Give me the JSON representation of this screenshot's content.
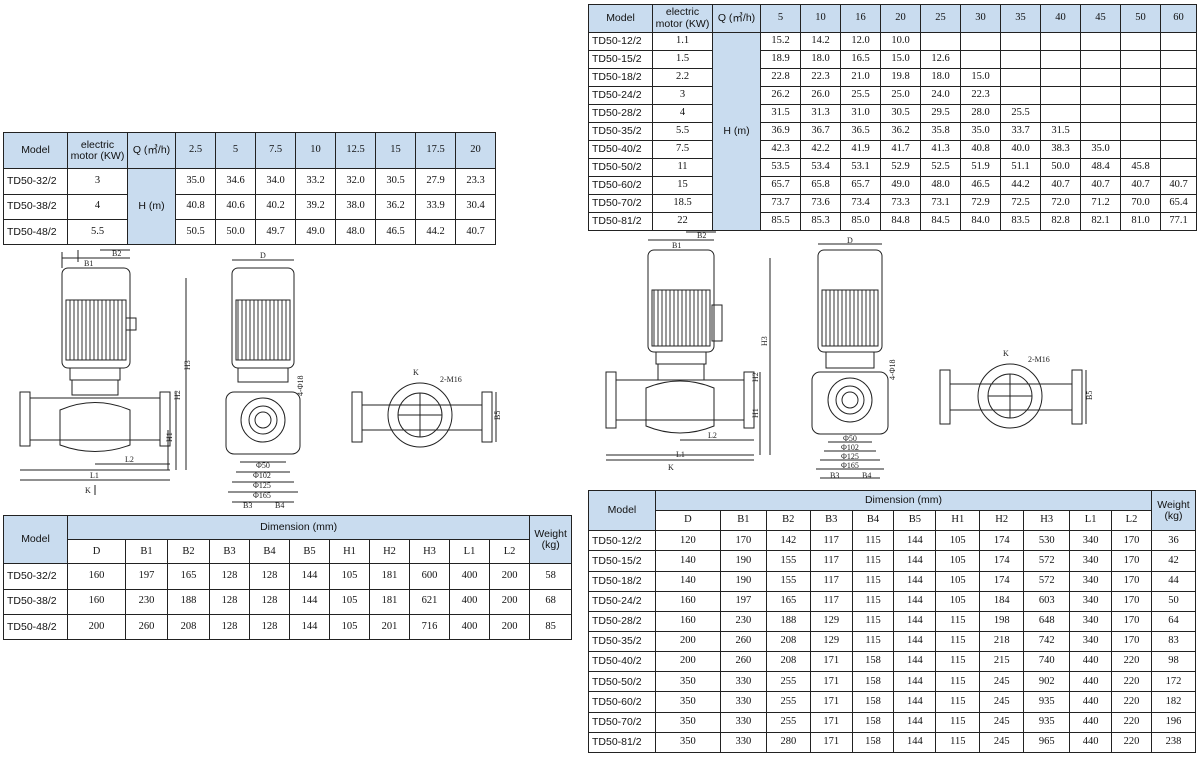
{
  "t1": {
    "model_label": "Model",
    "motor_label": "electric motor (KW)",
    "q_label": "Q (㎥/h)",
    "h_label": "H (m)",
    "flows": [
      "2.5",
      "5",
      "7.5",
      "10",
      "12.5",
      "15",
      "17.5",
      "20"
    ],
    "rows": [
      {
        "model": "TD50-32/2",
        "kw": "3",
        "h": [
          "35.0",
          "34.6",
          "34.0",
          "33.2",
          "32.0",
          "30.5",
          "27.9",
          "23.3"
        ]
      },
      {
        "model": "TD50-38/2",
        "kw": "4",
        "h": [
          "40.8",
          "40.6",
          "40.2",
          "39.2",
          "38.0",
          "36.2",
          "33.9",
          "30.4"
        ]
      },
      {
        "model": "TD50-48/2",
        "kw": "5.5",
        "h": [
          "50.5",
          "50.0",
          "49.7",
          "49.0",
          "48.0",
          "46.5",
          "44.2",
          "40.7"
        ]
      }
    ]
  },
  "t2": {
    "model_label": "Model",
    "motor_label": "electric motor (KW)",
    "q_label": "Q (㎥/h)",
    "h_label": "H (m)",
    "flows": [
      "5",
      "10",
      "16",
      "20",
      "25",
      "30",
      "35",
      "40",
      "45",
      "50",
      "60"
    ],
    "rows": [
      {
        "model": "TD50-12/2",
        "kw": "1.1",
        "h": [
          "15.2",
          "14.2",
          "12.0",
          "10.0",
          "",
          "",
          "",
          "",
          "",
          "",
          ""
        ]
      },
      {
        "model": "TD50-15/2",
        "kw": "1.5",
        "h": [
          "18.9",
          "18.0",
          "16.5",
          "15.0",
          "12.6",
          "",
          "",
          "",
          "",
          "",
          ""
        ]
      },
      {
        "model": "TD50-18/2",
        "kw": "2.2",
        "h": [
          "22.8",
          "22.3",
          "21.0",
          "19.8",
          "18.0",
          "15.0",
          "",
          "",
          "",
          "",
          ""
        ]
      },
      {
        "model": "TD50-24/2",
        "kw": "3",
        "h": [
          "26.2",
          "26.0",
          "25.5",
          "25.0",
          "24.0",
          "22.3",
          "",
          "",
          "",
          "",
          ""
        ]
      },
      {
        "model": "TD50-28/2",
        "kw": "4",
        "h": [
          "31.5",
          "31.3",
          "31.0",
          "30.5",
          "29.5",
          "28.0",
          "25.5",
          "",
          "",
          "",
          ""
        ]
      },
      {
        "model": "TD50-35/2",
        "kw": "5.5",
        "h": [
          "36.9",
          "36.7",
          "36.5",
          "36.2",
          "35.8",
          "35.0",
          "33.7",
          "31.5",
          "",
          "",
          ""
        ]
      },
      {
        "model": "TD50-40/2",
        "kw": "7.5",
        "h": [
          "42.3",
          "42.2",
          "41.9",
          "41.7",
          "41.3",
          "40.8",
          "40.0",
          "38.3",
          "35.0",
          "",
          ""
        ]
      },
      {
        "model": "TD50-50/2",
        "kw": "11",
        "h": [
          "53.5",
          "53.4",
          "53.1",
          "52.9",
          "52.5",
          "51.9",
          "51.1",
          "50.0",
          "48.4",
          "45.8",
          ""
        ]
      },
      {
        "model": "TD50-60/2",
        "kw": "15",
        "h": [
          "65.7",
          "65.8",
          "65.7",
          "49.0",
          "48.0",
          "46.5",
          "44.2",
          "40.7",
          "40.7",
          "40.7",
          "40.7"
        ]
      },
      {
        "model": "TD50-70/2",
        "kw": "18.5",
        "h": [
          "73.7",
          "73.6",
          "73.4",
          "73.3",
          "73.1",
          "72.9",
          "72.5",
          "72.0",
          "71.2",
          "70.0",
          "65.4"
        ]
      },
      {
        "model": "TD50-81/2",
        "kw": "22",
        "h": [
          "85.5",
          "85.3",
          "85.0",
          "84.8",
          "84.5",
          "84.0",
          "83.5",
          "82.8",
          "82.1",
          "81.0",
          "77.1"
        ]
      }
    ]
  },
  "t3": {
    "model_label": "Model",
    "dim_label": "Dimension (mm)",
    "weight_label": "Weight (kg)",
    "cols": [
      "D",
      "B1",
      "B2",
      "B3",
      "B4",
      "B5",
      "H1",
      "H2",
      "H3",
      "L1",
      "L2"
    ],
    "rows": [
      {
        "model": "TD50-32/2",
        "v": [
          "160",
          "197",
          "165",
          "128",
          "128",
          "144",
          "105",
          "181",
          "600",
          "400",
          "200"
        ],
        "w": "58"
      },
      {
        "model": "TD50-38/2",
        "v": [
          "160",
          "230",
          "188",
          "128",
          "128",
          "144",
          "105",
          "181",
          "621",
          "400",
          "200"
        ],
        "w": "68"
      },
      {
        "model": "TD50-48/2",
        "v": [
          "200",
          "260",
          "208",
          "128",
          "128",
          "144",
          "105",
          "201",
          "716",
          "400",
          "200"
        ],
        "w": "85"
      }
    ]
  },
  "t4": {
    "model_label": "Model",
    "dim_label": "Dimension (mm)",
    "weight_label": "Weight (kg)",
    "cols": [
      "D",
      "B1",
      "B2",
      "B3",
      "B4",
      "B5",
      "H1",
      "H2",
      "H3",
      "L1",
      "L2"
    ],
    "rows": [
      {
        "model": "TD50-12/2",
        "v": [
          "120",
          "170",
          "142",
          "117",
          "115",
          "144",
          "105",
          "174",
          "530",
          "340",
          "170"
        ],
        "w": "36"
      },
      {
        "model": "TD50-15/2",
        "v": [
          "140",
          "190",
          "155",
          "117",
          "115",
          "144",
          "105",
          "174",
          "572",
          "340",
          "170"
        ],
        "w": "42"
      },
      {
        "model": "TD50-18/2",
        "v": [
          "140",
          "190",
          "155",
          "117",
          "115",
          "144",
          "105",
          "174",
          "572",
          "340",
          "170"
        ],
        "w": "44"
      },
      {
        "model": "TD50-24/2",
        "v": [
          "160",
          "197",
          "165",
          "117",
          "115",
          "144",
          "105",
          "184",
          "603",
          "340",
          "170"
        ],
        "w": "50"
      },
      {
        "model": "TD50-28/2",
        "v": [
          "160",
          "230",
          "188",
          "129",
          "115",
          "144",
          "115",
          "198",
          "648",
          "340",
          "170"
        ],
        "w": "64"
      },
      {
        "model": "TD50-35/2",
        "v": [
          "200",
          "260",
          "208",
          "129",
          "115",
          "144",
          "115",
          "218",
          "742",
          "340",
          "170"
        ],
        "w": "83"
      },
      {
        "model": "TD50-40/2",
        "v": [
          "200",
          "260",
          "208",
          "171",
          "158",
          "144",
          "115",
          "215",
          "740",
          "440",
          "220"
        ],
        "w": "98"
      },
      {
        "model": "TD50-50/2",
        "v": [
          "350",
          "330",
          "255",
          "171",
          "158",
          "144",
          "115",
          "245",
          "902",
          "440",
          "220"
        ],
        "w": "172"
      },
      {
        "model": "TD50-60/2",
        "v": [
          "350",
          "330",
          "255",
          "171",
          "158",
          "144",
          "115",
          "245",
          "935",
          "440",
          "220"
        ],
        "w": "182"
      },
      {
        "model": "TD50-70/2",
        "v": [
          "350",
          "330",
          "255",
          "171",
          "158",
          "144",
          "115",
          "245",
          "935",
          "440",
          "220"
        ],
        "w": "196"
      },
      {
        "model": "TD50-81/2",
        "v": [
          "350",
          "330",
          "280",
          "171",
          "158",
          "144",
          "115",
          "245",
          "965",
          "440",
          "220"
        ],
        "w": "238"
      }
    ]
  },
  "drawing": {
    "labels": {
      "b1": "B1",
      "b2": "B2",
      "d": "D",
      "h1": "H1",
      "h2": "H2",
      "h3": "H3",
      "l1": "L1",
      "l2": "L2",
      "k": "K",
      "b3": "B3",
      "b4": "B4",
      "b5": "B5",
      "bolts": "4-Φ18",
      "tapped": "2-M16",
      "phi50": "Φ50",
      "phi102": "Φ102",
      "phi125": "Φ125",
      "phi165": "Φ165"
    }
  }
}
